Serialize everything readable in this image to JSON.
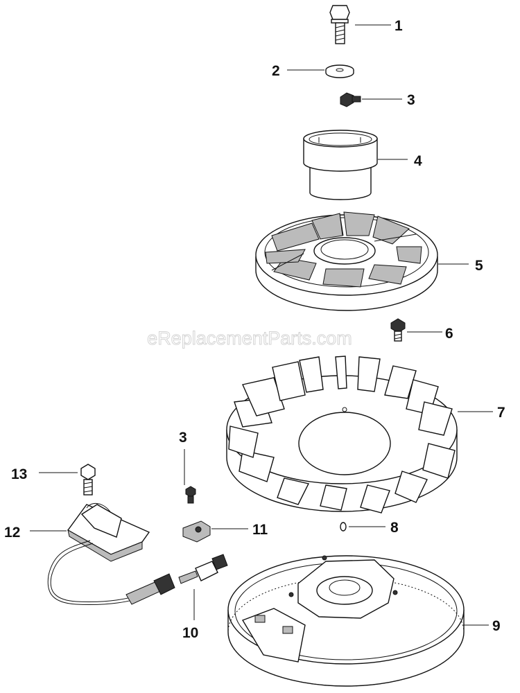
{
  "watermark": "eReplacementParts.com",
  "callouts": {
    "c1": "1",
    "c2": "2",
    "c3a": "3",
    "c4": "4",
    "c5": "5",
    "c6": "6",
    "c7": "7",
    "c3b": "3",
    "c13": "13",
    "c11": "11",
    "c8": "8",
    "c12": "12",
    "c9": "9",
    "c10": "10"
  }
}
